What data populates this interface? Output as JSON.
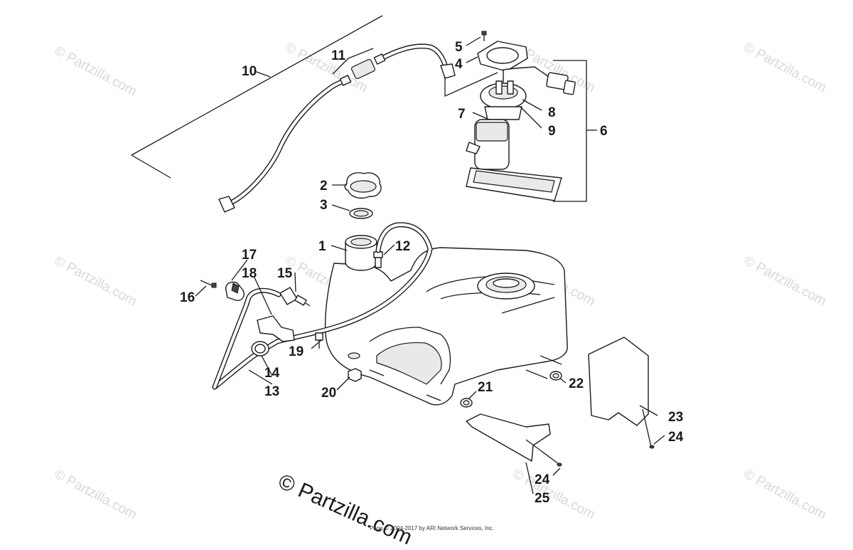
{
  "watermark": "© Partzilla.com",
  "brand": "© Partzilla.com",
  "copyright": "Page © 2004-2017 by ARI Network Services, Inc.",
  "callouts": [
    {
      "id": "c1",
      "label": "1"
    },
    {
      "id": "c2",
      "label": "2"
    },
    {
      "id": "c3",
      "label": "3"
    },
    {
      "id": "c4",
      "label": "4"
    },
    {
      "id": "c5",
      "label": "5"
    },
    {
      "id": "c6",
      "label": "6"
    },
    {
      "id": "c7",
      "label": "7"
    },
    {
      "id": "c8",
      "label": "8"
    },
    {
      "id": "c9",
      "label": "9"
    },
    {
      "id": "c10",
      "label": "10"
    },
    {
      "id": "c11",
      "label": "11"
    },
    {
      "id": "c12",
      "label": "12"
    },
    {
      "id": "c13",
      "label": "13"
    },
    {
      "id": "c14",
      "label": "14"
    },
    {
      "id": "c15",
      "label": "15"
    },
    {
      "id": "c16",
      "label": "16"
    },
    {
      "id": "c17",
      "label": "17"
    },
    {
      "id": "c18",
      "label": "18"
    },
    {
      "id": "c19",
      "label": "19"
    },
    {
      "id": "c20",
      "label": "20"
    },
    {
      "id": "c21",
      "label": "21"
    },
    {
      "id": "c22",
      "label": "22"
    },
    {
      "id": "c23",
      "label": "23"
    },
    {
      "id": "c24a",
      "label": "24"
    },
    {
      "id": "c24b",
      "label": "24"
    },
    {
      "id": "c25",
      "label": "25"
    }
  ]
}
